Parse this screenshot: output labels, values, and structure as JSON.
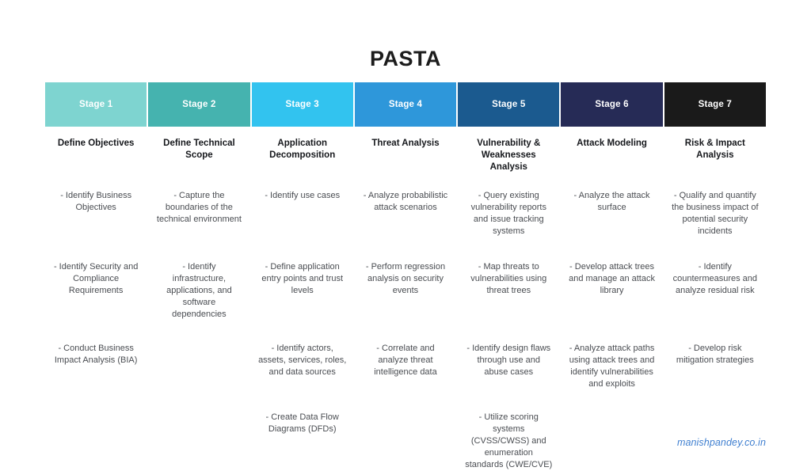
{
  "title": "PASTA",
  "watermark": "manishpandey.co.in",
  "stages": [
    {
      "badge": "Stage 1",
      "color": "#7ed4d0",
      "name": "Define Objectives",
      "items": [
        "- Identify Business Objectives",
        "- Identify Security and Compliance Requirements",
        "- Conduct Business Impact Analysis (BIA)",
        ""
      ]
    },
    {
      "badge": "Stage 2",
      "color": "#45b3af",
      "name": "Define Technical Scope",
      "items": [
        "- Capture the boundaries of the technical environment",
        "- Identify infrastructure, applications, and software dependencies",
        "",
        ""
      ]
    },
    {
      "badge": "Stage 3",
      "color": "#32c3ef",
      "name": "Application Decomposition",
      "items": [
        "- Identify use cases",
        "- Define application entry points and trust levels",
        "- Identify actors, assets, services, roles, and data sources",
        "- Create Data Flow Diagrams (DFDs)"
      ]
    },
    {
      "badge": "Stage 4",
      "color": "#2e97da",
      "name": "Threat Analysis",
      "items": [
        "- Analyze probabilistic attack scenarios",
        "- Perform regression analysis on security events",
        "- Correlate and analyze threat intelligence data",
        ""
      ]
    },
    {
      "badge": "Stage 5",
      "color": "#1b5a8f",
      "name": "Vulnerability & Weaknesses Analysis",
      "items": [
        "- Query existing vulnerability reports and issue tracking systems",
        "- Map threats to vulnerabilities using threat trees",
        "- Identify design flaws through use and abuse cases",
        "- Utilize scoring systems (CVSS/CWSS) and enumeration standards (CWE/CVE)"
      ]
    },
    {
      "badge": "Stage 6",
      "color": "#262b56",
      "name": "Attack Modeling",
      "items": [
        "- Analyze the attack surface",
        "- Develop attack trees and manage an attack library",
        "- Analyze attack paths using attack trees and identify vulnerabilities and exploits",
        ""
      ]
    },
    {
      "badge": "Stage 7",
      "color": "#1a1a1a",
      "name": "Risk & Impact Analysis",
      "items": [
        "- Qualify and quantify the business impact of potential security incidents",
        "- Identify countermeasures and analyze residual risk",
        "- Develop risk mitigation strategies",
        ""
      ]
    }
  ]
}
